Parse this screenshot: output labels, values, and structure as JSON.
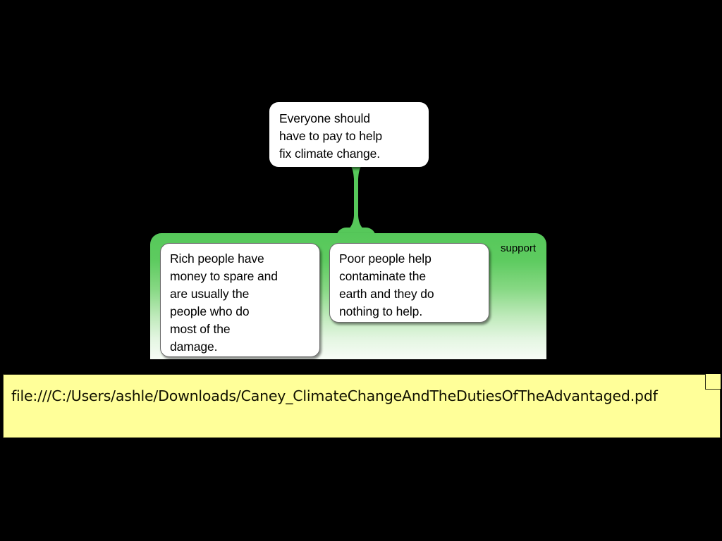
{
  "canvas": {
    "background_color": "#000000",
    "accent_green": "#56c85a",
    "note_yellow": "#ffff99"
  },
  "argument_map": {
    "claim": {
      "id": "claim-root",
      "text": "Everyone should\nhave to pay to help\nfix climate change."
    },
    "connector": {
      "name": "support-connector",
      "color": "#56c85a"
    },
    "support_group": {
      "label": "support",
      "color": "#56c85a",
      "reasons": [
        {
          "id": "reason-0",
          "text": "Rich people have\nmoney to spare and\nare usually the\npeople who do\nmost of the\ndamage."
        },
        {
          "id": "reason-1",
          "text": "Poor people help\ncontaminate the\nearth and they do\nnothing to help."
        }
      ]
    }
  },
  "source_note": {
    "url": "file:///C:/Users/ashle/Downloads/Caney_ClimateChangeAndTheDutiesOfTheAdvantaged.pdf"
  }
}
